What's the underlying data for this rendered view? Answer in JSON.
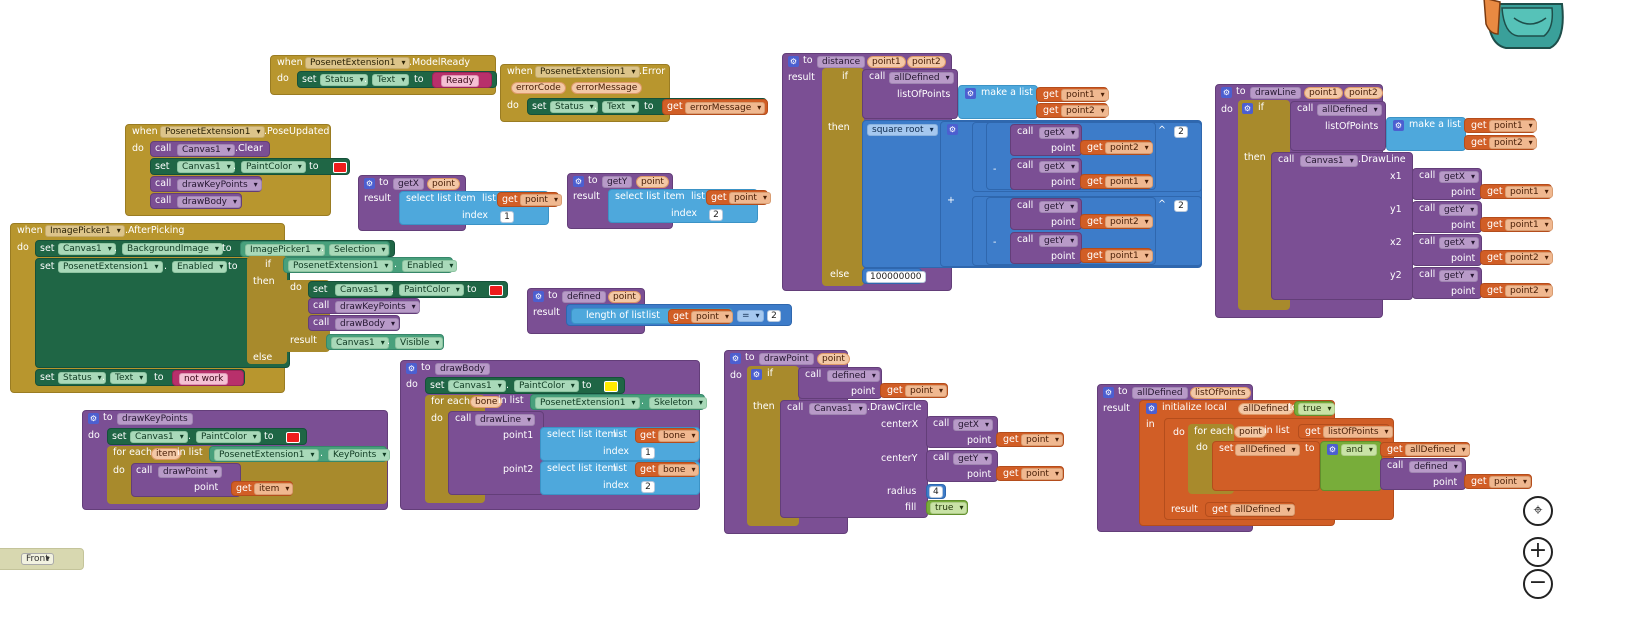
{
  "workspace": {
    "footer_chip": "Front"
  },
  "colors": {
    "red": "#ee1c1c",
    "yellow": "#ffeb00",
    "event": "#b8962e",
    "procedure": "#7b4f94",
    "control": "#2e7f5e",
    "math": "#3d7cc9",
    "list": "#4ea8dc",
    "logic": "#78ad3a",
    "variable": "#d15e26",
    "text": "#b8306b"
  },
  "controls": {
    "recenter_icon": "target-icon",
    "zoom_in": "+",
    "zoom_out": "−"
  },
  "common": {
    "when": "when",
    "do": "do",
    "set": "set",
    "to": "to",
    "call": "call",
    "get": "get",
    "result": "result",
    "if": "if",
    "then": "then",
    "else": "else",
    "index": "index",
    "list": "list",
    "point": "point",
    "select_list_item": "select list item",
    "for_each": "for each",
    "in_list": "in list",
    "make_a_list": "make a list",
    "length_of_list": "length of list",
    "square_root": "square root",
    "dot": ".",
    "eq": "=",
    "plus": "+",
    "minus": "-",
    "caret": "^"
  },
  "comps": {
    "posenet": "PosenetExtension1",
    "status": "Status",
    "text": "Text",
    "canvas": "Canvas1",
    "paintcolor": "PaintColor",
    "imagepicker": "ImagePicker1",
    "selection": "Selection",
    "bgimage": "BackgroundImage",
    "enabled": "Enabled",
    "visible": "Visible",
    "keypoints": "KeyPoints",
    "skeleton": "Skeleton"
  },
  "evt": {
    "model_ready": ".ModelReady",
    "error": ".Error",
    "pose_updated": ".PoseUpdated",
    "after_picking": ".AfterPicking",
    "clear": ".Clear",
    "drawline": ".DrawLine",
    "drawcircle": ".DrawCircle"
  },
  "params": {
    "errorCode": "errorCode",
    "errorMessage": "errorMessage",
    "point": "point",
    "point1": "point1",
    "point2": "point2",
    "bone": "bone",
    "item": "item",
    "listOfPoints": "listOfPoints",
    "allDefined": "allDefined"
  },
  "procs": {
    "drawKeyPoints": "drawKeyPoints",
    "drawBody": "drawBody",
    "getX": "getX",
    "getY": "getY",
    "defined": "defined",
    "distance": "distance",
    "drawLine": "drawLine",
    "drawPoint": "drawPoint",
    "allDefined": "allDefined"
  },
  "strings": {
    "ready": "Ready",
    "not_work": "not work"
  },
  "nums": {
    "n1": "1",
    "n2": "2",
    "n4": "4",
    "big": "100000000"
  },
  "labels": {
    "listOfPoints": "listOfPoints",
    "x1": "x1",
    "y1": "y1",
    "x2": "x2",
    "y2": "y2",
    "centerX": "centerX",
    "centerY": "centerY",
    "radius": "radius",
    "fill": "fill",
    "point1": "point1",
    "point2": "point2",
    "true": "true",
    "and": "and",
    "initialize_local": "initialize local",
    "in": "in"
  }
}
